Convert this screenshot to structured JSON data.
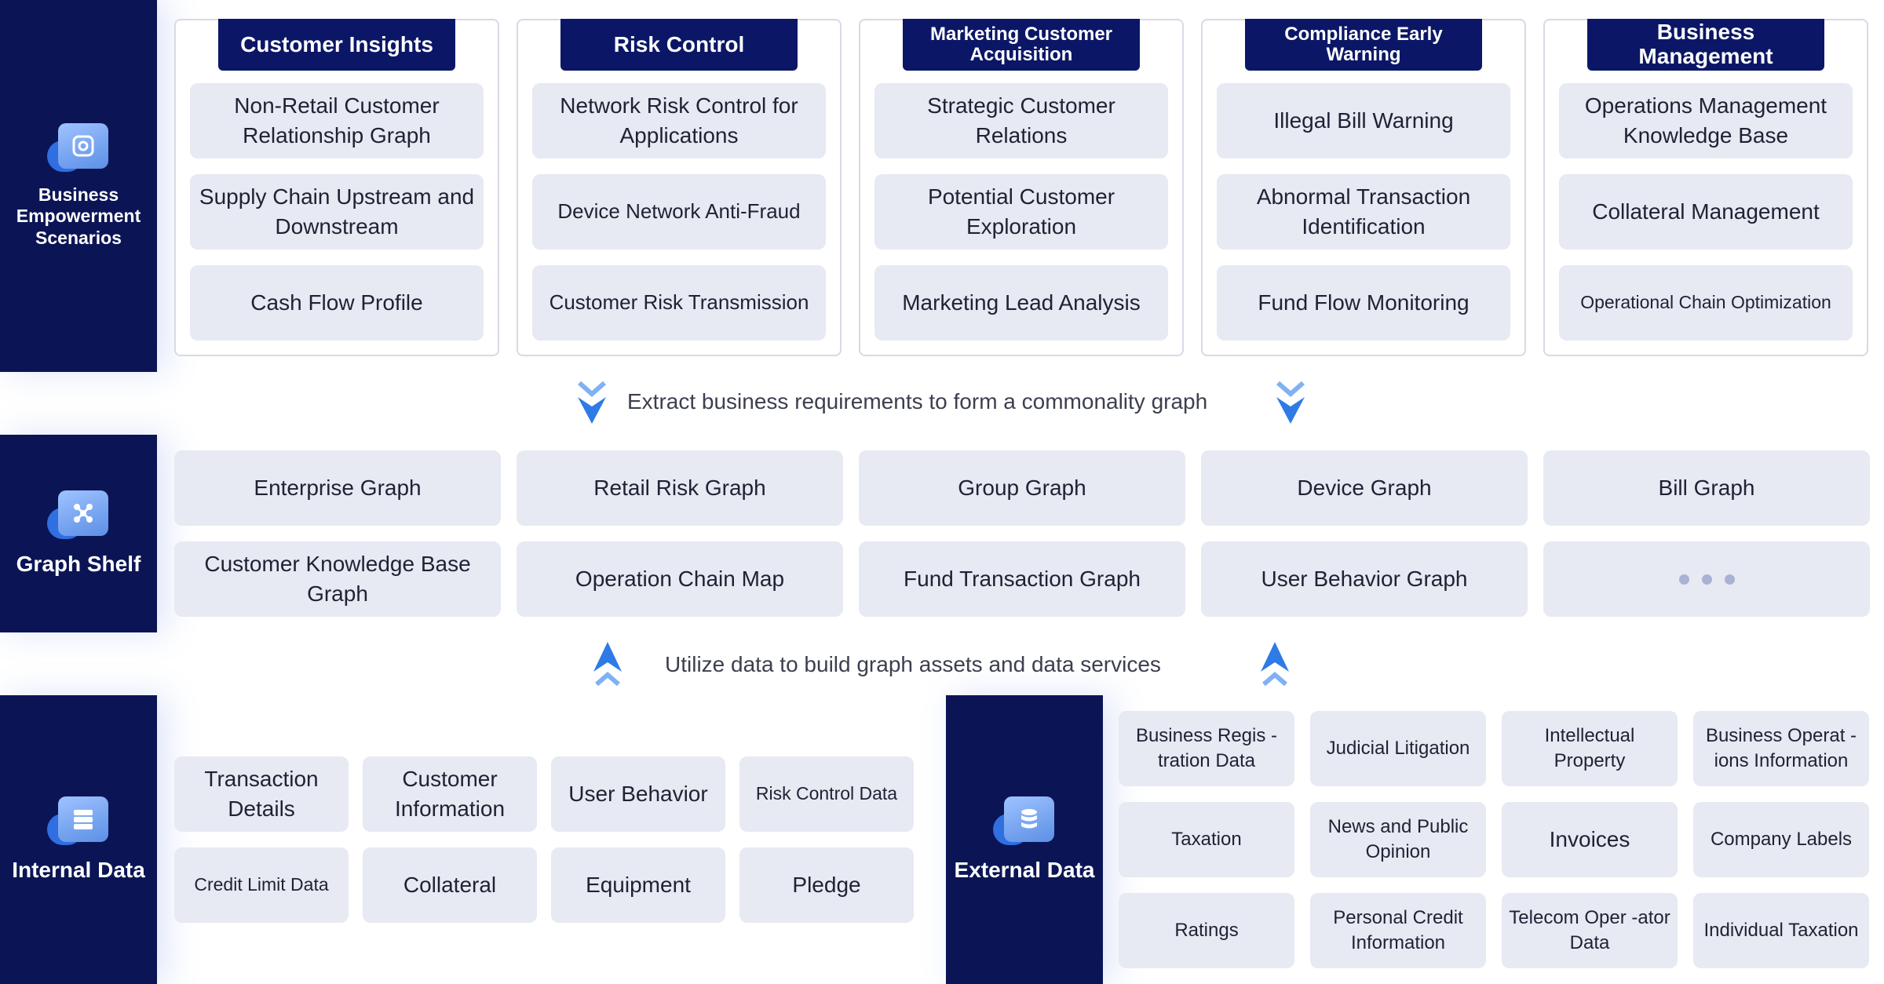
{
  "left_sections": {
    "business": "Business Empowerment Scenarios",
    "graph_shelf": "Graph Shelf",
    "internal": "Internal Data",
    "external": "External Data"
  },
  "scenarios": [
    {
      "title": "Customer Insights",
      "items": [
        "Non-Retail Customer Relationship Graph",
        "Supply Chain Upstream and Downstream",
        "Cash Flow Profile"
      ]
    },
    {
      "title": "Risk Control",
      "items": [
        "Network Risk Control for Applications",
        "Device Network Anti-Fraud",
        "Customer Risk Transmission"
      ]
    },
    {
      "title": "Marketing Customer Acquisition",
      "items": [
        "Strategic Customer Relations",
        "Potential Customer Exploration",
        "Marketing Lead Analysis"
      ]
    },
    {
      "title": "Compliance Early Warning",
      "items": [
        "Illegal Bill Warning",
        "Abnormal Transaction Identification",
        "Fund Flow Monitoring"
      ]
    },
    {
      "title": "Business Management",
      "items": [
        "Operations Management Knowledge Base",
        "Collateral Management",
        "Operational Chain Optimization"
      ]
    }
  ],
  "arrow_texts": {
    "down": "Extract business requirements to form a commonality graph",
    "up": "Utilize data to build graph assets and data services"
  },
  "graphs": [
    "Enterprise Graph",
    "Retail Risk Graph",
    "Group Graph",
    "Device Graph",
    "Bill Graph",
    "Customer Knowledge Base Graph",
    "Operation Chain Map",
    "Fund Transaction Graph",
    "User Behavior Graph"
  ],
  "internal_data": [
    "Transaction Details",
    "Customer Information",
    "User Behavior",
    "Risk Control Data",
    "Credit Limit Data",
    "Collateral",
    "Equipment",
    "Pledge"
  ],
  "external_data": [
    "Business Regis -tration Data",
    "Judicial Litigation",
    "Intellectual Property",
    "Business Operat -ions Information",
    "Taxation",
    "News and Public Opinion",
    "Invoices",
    "Company Labels",
    "Ratings",
    "Personal Credit Information",
    "Telecom Oper -ator Data",
    "Individual Taxation"
  ],
  "colors": {
    "navy": "#0b1555",
    "tab": "#0b1766",
    "cell": "#e7e9f3",
    "arrow": "#2e7be6"
  },
  "icons": [
    "scenario-icon",
    "graph-icon",
    "server-icon",
    "database-icon",
    "more-dots-icon",
    "chevron-down-icon",
    "chevron-up-icon"
  ]
}
